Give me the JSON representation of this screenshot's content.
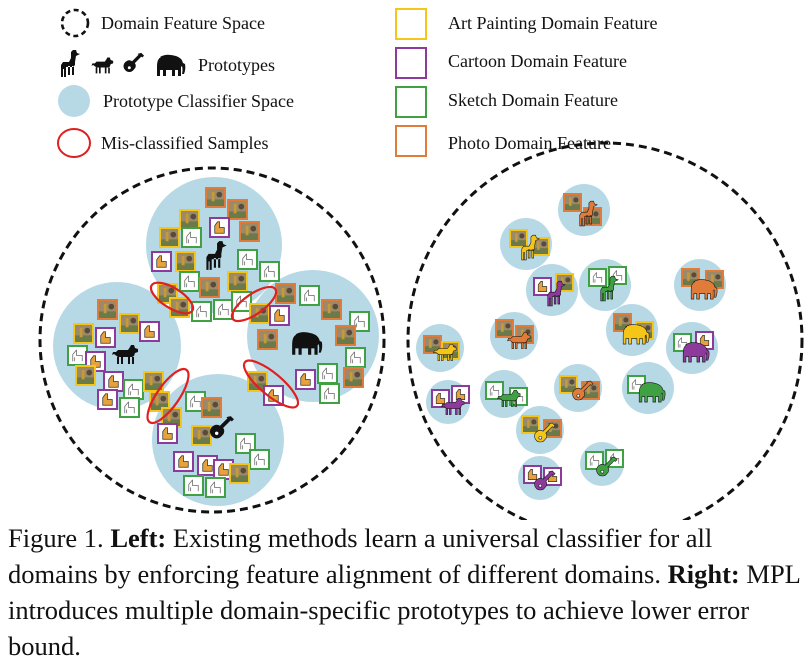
{
  "legend": {
    "domain_feature_space": "Domain Feature Space",
    "prototypes": "Prototypes",
    "prototype_classifier_space": "Prototype Classifier Space",
    "misclassified": "Mis-classified Samples",
    "art": "Art Painting Domain Feature",
    "cartoon": "Cartoon Domain Feature",
    "sketch": "Sketch Domain Feature",
    "photo": "Photo Domain Feature"
  },
  "colors": {
    "art": "#f5c518",
    "cartoon": "#8e3a9c",
    "sketch": "#3fa142",
    "photo": "#e07b39",
    "classifier_space": "#b7d9e6",
    "misclassified": "#e02020"
  },
  "classes": [
    "giraffe",
    "dog",
    "guitar",
    "elephant"
  ],
  "caption": {
    "prefix": "Figure 1.",
    "left_label": "Left:",
    "left_text": "Existing methods learn a universal classifier for all domains by enforcing feature alignment of different domains.",
    "right_label": "Right:",
    "right_text": "MPL introduces multiple domain-specific prototypes to achieve lower error bound."
  }
}
